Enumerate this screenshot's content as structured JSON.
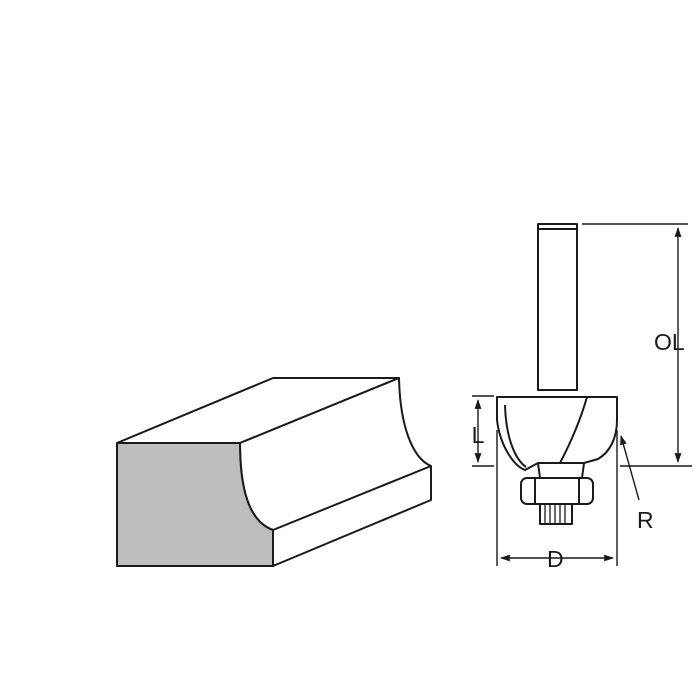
{
  "labels": {
    "overall_length": "OL",
    "cutting_length": "L",
    "radius": "R",
    "diameter": "D"
  },
  "colors": {
    "outline": "#1a1a1a",
    "workpiece_front": "#bdbdbd",
    "workpiece_top": "#ffffff",
    "background": "#ffffff"
  }
}
